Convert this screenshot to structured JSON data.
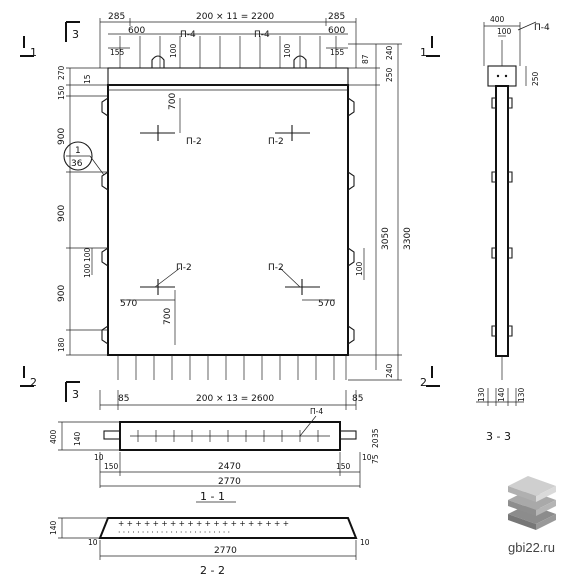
{
  "front_view": {
    "top_dims": [
      "285",
      "200 × 11 = 2200",
      "285",
      "600",
      "600",
      "155",
      "155",
      "100",
      "100"
    ],
    "loop_marks": [
      "П-4",
      "П-4"
    ],
    "left_dims": [
      "150",
      "270",
      "15",
      "900",
      "900",
      "900",
      "180",
      "100",
      "100"
    ],
    "right_dims": [
      "240",
      "250",
      "87",
      "3050",
      "3300",
      "100",
      "240"
    ],
    "inner_dims": [
      "700",
      "700",
      "570",
      "570"
    ],
    "marks": [
      "П-2",
      "П-2",
      "П-2",
      "П-2"
    ],
    "node_ref_top": "1",
    "node_ref_bottom": "36",
    "bottom_dims": [
      "85",
      "200 × 13 = 2600",
      "85"
    ],
    "section_marks": [
      "1",
      "1",
      "2",
      "2",
      "3",
      "3"
    ]
  },
  "plan_1_1": {
    "mark": "П-4",
    "dims_left": [
      "400",
      "140"
    ],
    "dims_right": [
      "75",
      "20",
      "35"
    ],
    "bottom_dims": [
      "10",
      "150",
      "2470",
      "150",
      "10",
      "2770"
    ],
    "title": "1 - 1"
  },
  "plan_2_2": {
    "dims_left": [
      "140"
    ],
    "bottom_dims": [
      "10",
      "2770",
      "10"
    ],
    "title": "2 - 2"
  },
  "section_3_3": {
    "mark": "П-4",
    "top_dims": [
      "400",
      "100"
    ],
    "right_dim": "250",
    "bottom_dims": [
      "130",
      "140",
      "130"
    ],
    "title": "3 - 3"
  },
  "watermark": "gbi22.ru",
  "colors": {
    "ink": "#111111",
    "paper": "#ffffff",
    "logo_top": "#cfcfcf",
    "logo_mid": "#a9a9a9",
    "logo_bot": "#8c8c8c"
  }
}
